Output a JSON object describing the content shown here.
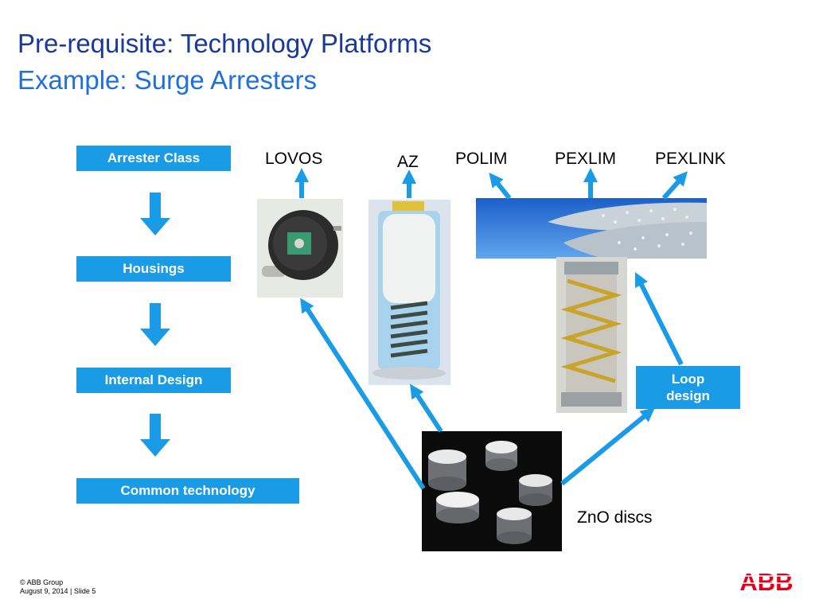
{
  "slide": {
    "title": "Pre-requisite: Technology Platforms",
    "subtitle": "Example: Surge Arresters"
  },
  "flow": {
    "arrester_class": "Arrester Class",
    "housings": "Housings",
    "internal_design": "Internal Design",
    "common_technology": "Common technology"
  },
  "products": {
    "lovos": "LOVOS",
    "az": "AZ",
    "polim": "POLIM",
    "pexlim": "PEXLIM",
    "pexlink": "PEXLINK"
  },
  "loop_design": {
    "line1": "Loop",
    "line2": "design"
  },
  "zno_label": "ZnO discs",
  "footer": {
    "copyright": "© ABB Group",
    "date_slide": "August 9, 2014 | Slide 5"
  },
  "logo_text": "ABB",
  "colors": {
    "title": "#1a3a9b",
    "subtitle": "#1f6fdc",
    "accent": "#1a9be5",
    "logo": "#e2001a"
  },
  "icons": [
    "arrow-down-icon",
    "arrow-up-icon",
    "diagonal-arrow-icon"
  ]
}
